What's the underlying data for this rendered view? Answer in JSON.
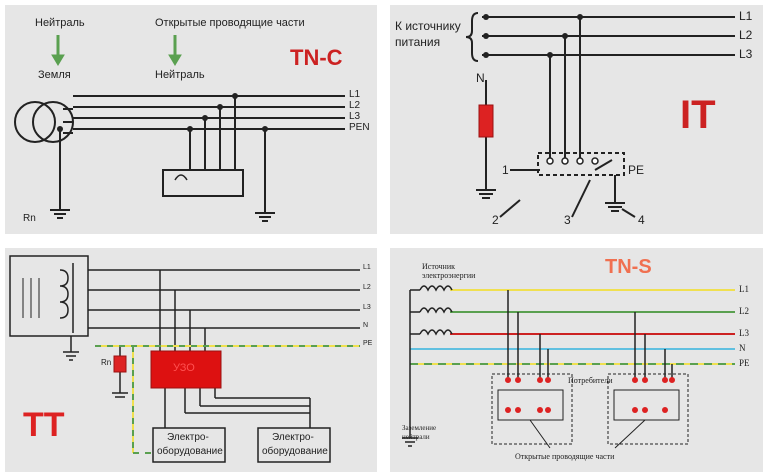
{
  "tnc": {
    "title": "TN-C",
    "neutral_top": "Нейтраль",
    "parts_top": "Открытые проводящие части",
    "earth": "Земля",
    "neutral": "Нейтраль",
    "lines": [
      "L1",
      "L2",
      "L3",
      "PEN"
    ],
    "rn": "Rn"
  },
  "it": {
    "title": "IT",
    "source_line1": "К источнику",
    "source_line2": "питания",
    "lines": [
      "L1",
      "L2",
      "L3"
    ],
    "n": "N",
    "pe": "PE",
    "numbers": [
      "1",
      "2",
      "3",
      "4"
    ]
  },
  "tt": {
    "title": "TT",
    "lines": [
      "L1",
      "L2",
      "L3",
      "N",
      "PE"
    ],
    "uzo": "УЗО",
    "rn": "Rn",
    "equip1_a": "Электро-",
    "equip1_b": "оборудование",
    "equip2_a": "Электро-",
    "equip2_b": "оборудование"
  },
  "tns": {
    "title": "TN-S",
    "source_a": "Источник",
    "source_b": "электроэнергии",
    "lines": [
      "L1",
      "L2",
      "L3",
      "N",
      "PE"
    ],
    "consumers": "Потребители",
    "ground_a": "Заземление",
    "ground_b": "нейтрали",
    "parts": "Открытые проводящие части"
  },
  "colors": {
    "panel_bg": "#e6e6e6",
    "red": "#cc2222",
    "yellow": "#f0e050",
    "green": "#5aa050",
    "tns_title": "#f07050"
  }
}
